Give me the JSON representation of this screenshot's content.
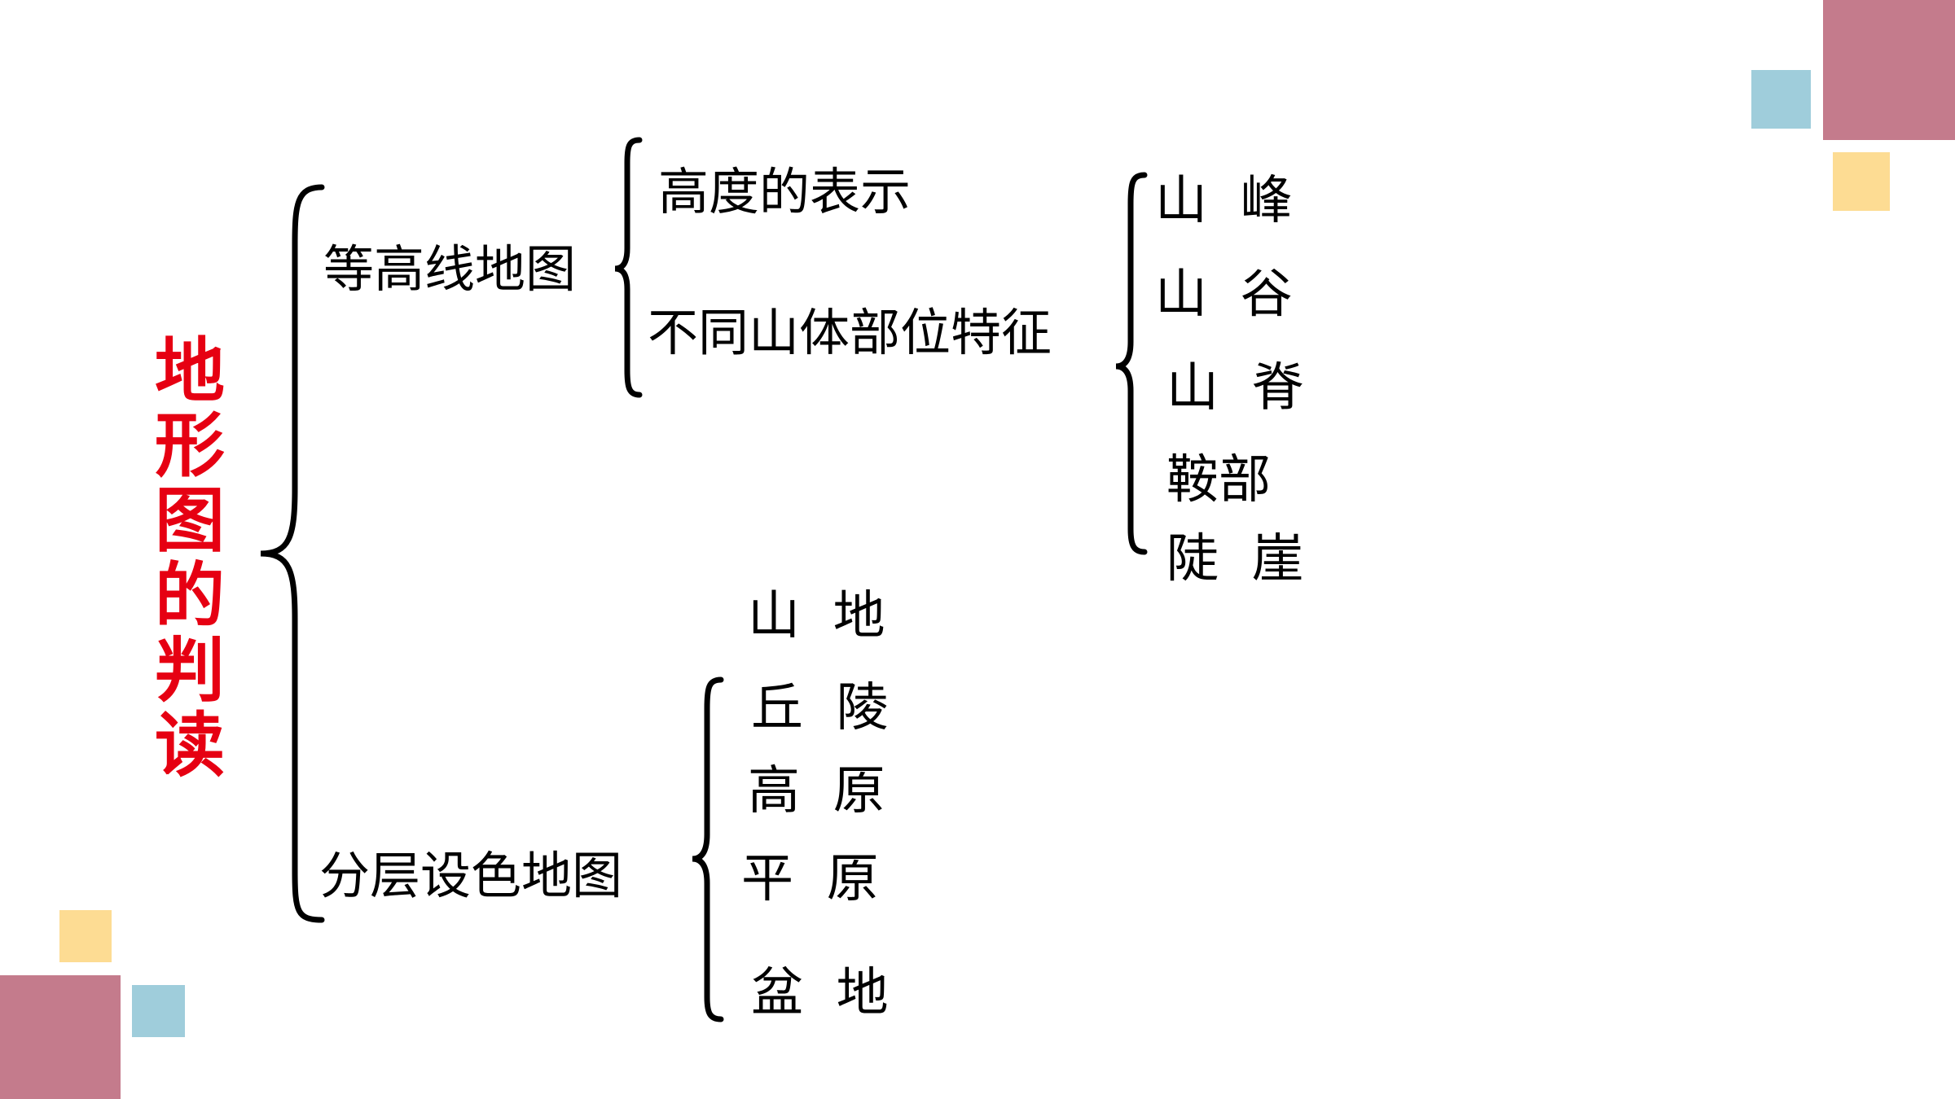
{
  "colors": {
    "title": "#e60012",
    "text": "#000000",
    "deco_pink": "#c47b8c",
    "deco_blue": "#9fcddb",
    "deco_yellow": "#fddc93"
  },
  "title_chars": [
    "地",
    "形",
    "图",
    "的",
    "判",
    "读"
  ],
  "branches": {
    "contour_map": {
      "label": "等高线地图",
      "children": {
        "height_representation": "高度的表示",
        "mountain_parts": {
          "label": "不同山体部位特征",
          "items": [
            "山  峰",
            "山  谷",
            "山  脊",
            "鞍部",
            "陡  崖"
          ]
        }
      }
    },
    "layered_color_map": {
      "label": "分层设色地图",
      "items": [
        "山  地",
        "丘  陵",
        "高  原",
        "平  原",
        "盆  地"
      ]
    }
  }
}
